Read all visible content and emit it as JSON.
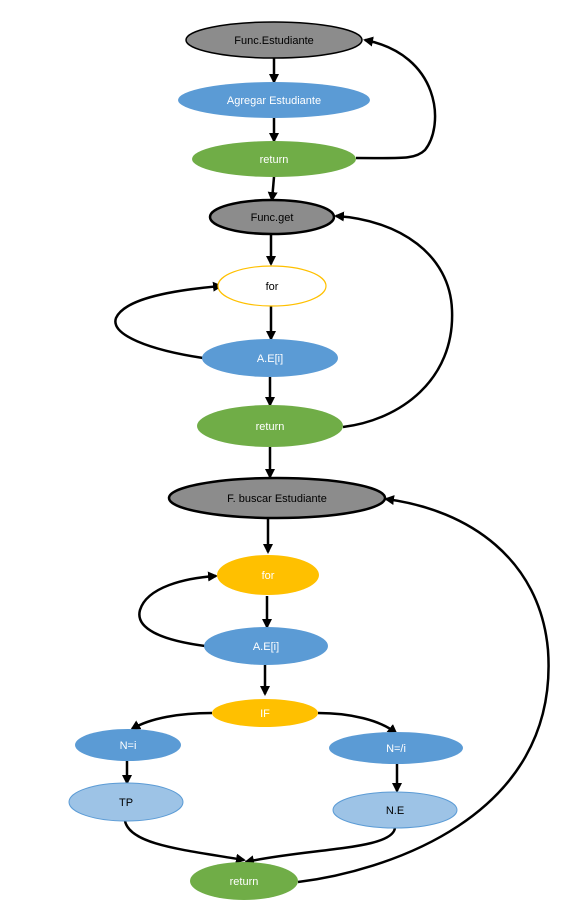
{
  "colors": {
    "gray": "#8c8c8c",
    "blue": "#5b9bd5",
    "green": "#70ad47",
    "yellow": "#ffc000",
    "light_blue": "#9dc3e6",
    "white": "#ffffff",
    "edge": "#000000"
  },
  "nodes": {
    "func_estudiante": "Func.Estudiante",
    "agregar_estudiante": "Agregar Estudiante",
    "return_1": "return",
    "func_get": "Func.get",
    "for_1": "for",
    "ae_1": "A.E[i]",
    "return_2": "return",
    "buscar_estudiante": "F. buscar Estudiante",
    "for_2": "for",
    "ae_2": "A.E[i]",
    "if": "IF",
    "n_eq_i": "N=i",
    "n_neq_i": "N=/i",
    "tp": "TP",
    "ne": "N.E",
    "return_3": "return"
  }
}
